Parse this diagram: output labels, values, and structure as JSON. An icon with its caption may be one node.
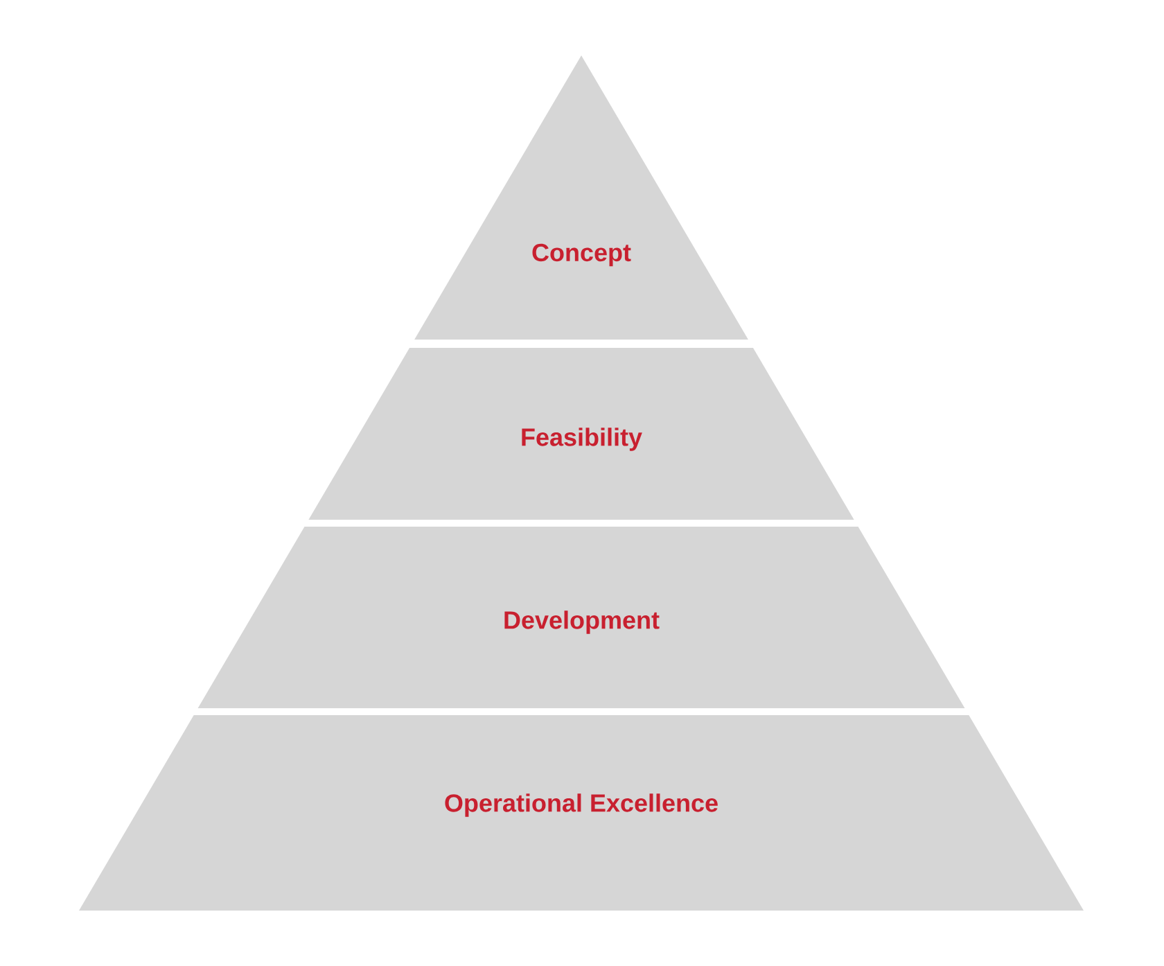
{
  "diagram": {
    "nodes": [
      {
        "text": [
          "Concept"
        ]
      },
      {
        "text": [
          "Feasibility"
        ]
      },
      {
        "text": [
          "Development"
        ]
      },
      {
        "text": [
          "Operational Excellence"
        ]
      }
    ]
  }
}
